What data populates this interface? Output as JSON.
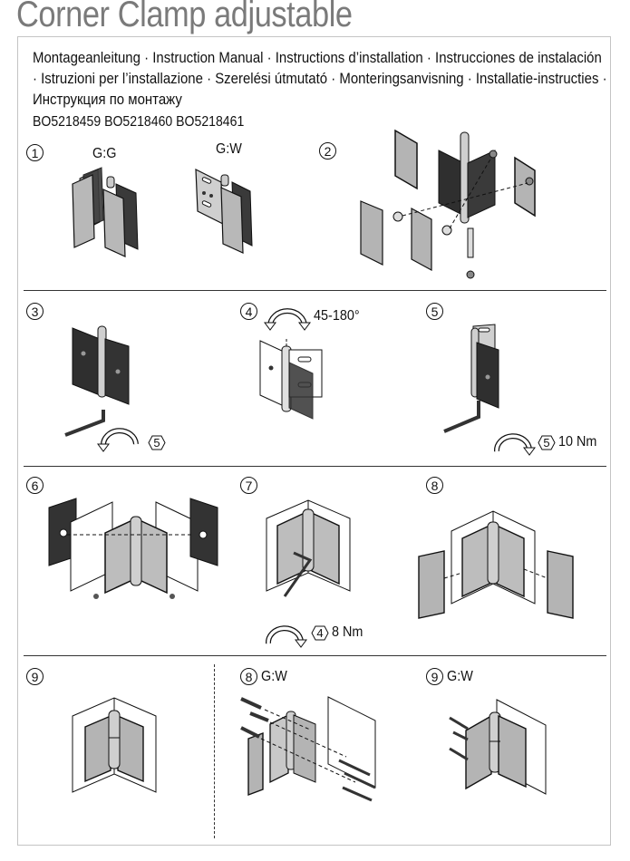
{
  "header": {
    "title": "Corner Clamp adjustable"
  },
  "intro": {
    "languages_text": "Montageanleitung · Instruction Manual · Instructions d’installation · Instrucciones de instalación · Istruzioni per l’installazione · Szerelési útmutató · Monteringsanvisning · Installatie-instructies · Инструкция по монтажу",
    "article_numbers": "BO5218459 BO5218460 BO5218461"
  },
  "steps": [
    {
      "number": "1",
      "variants": [
        "G:G",
        "G:W"
      ]
    },
    {
      "number": "2"
    },
    {
      "number": "3",
      "tool_size": "5"
    },
    {
      "number": "4",
      "angle": "45-180°"
    },
    {
      "number": "5",
      "tool_size": "5",
      "torque": "10 Nm"
    },
    {
      "number": "6"
    },
    {
      "number": "7",
      "tool_size": "4",
      "torque": "8 Nm"
    },
    {
      "number": "8"
    },
    {
      "number": "9"
    },
    {
      "number": "8",
      "variant": "G:W"
    },
    {
      "number": "9",
      "variant": "G:W"
    }
  ],
  "colors": {
    "title_gray": "#7a7a7a",
    "frame_border": "#c4c4c4",
    "glass_gray": "#b4b4b4",
    "plate_dark": "#3a3a3a"
  }
}
